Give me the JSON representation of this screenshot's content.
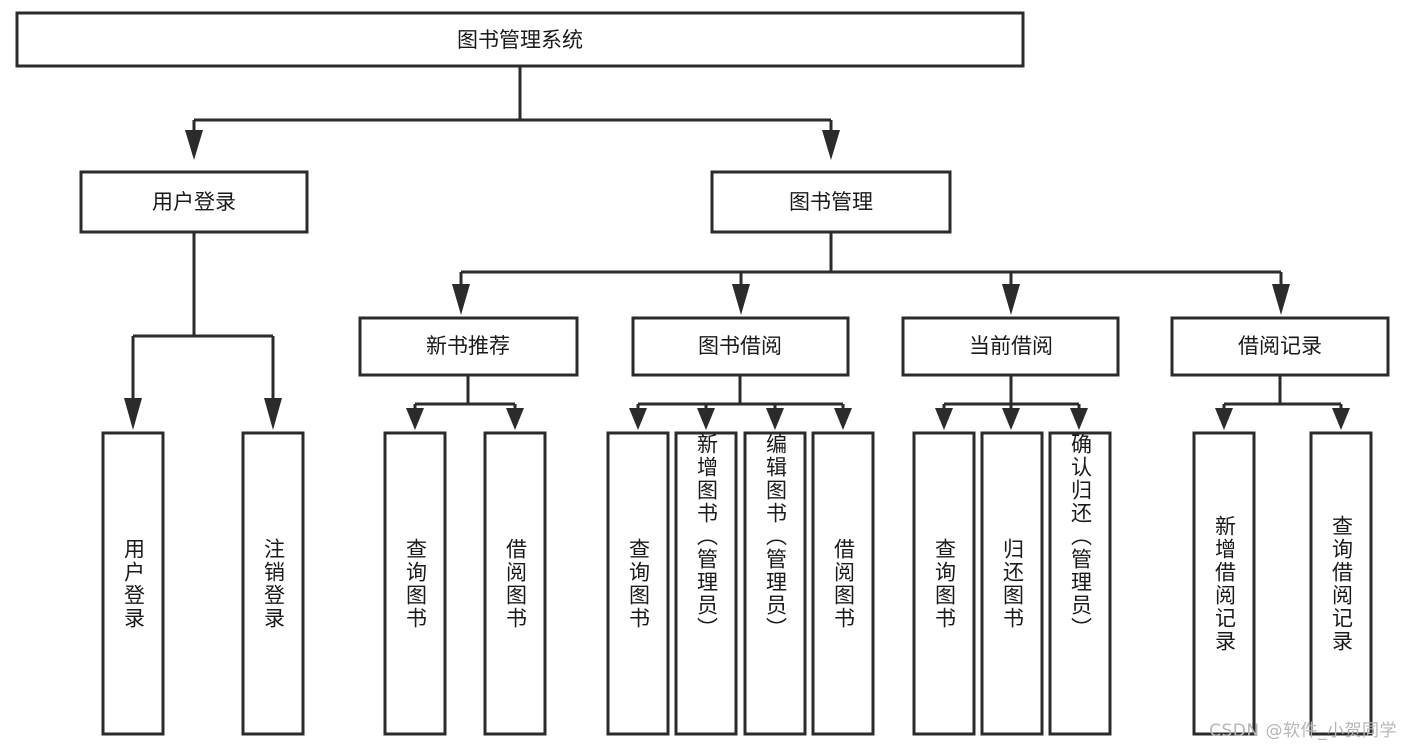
{
  "diagram": {
    "title": "图书管理系统",
    "type": "tree-hierarchy-diagram",
    "colors": {
      "box_fill": "#ffffff",
      "box_stroke": "#2b2b2b",
      "text": "#1a1a1a",
      "background": "#ffffff",
      "watermark": "#b6b6b6"
    },
    "root": {
      "label": "图书管理系统"
    },
    "level2": [
      {
        "label": "用户登录"
      },
      {
        "label": "图书管理"
      }
    ],
    "level3": [
      {
        "label": "新书推荐"
      },
      {
        "label": "图书借阅"
      },
      {
        "label": "当前借阅"
      },
      {
        "label": "借阅记录"
      }
    ],
    "leaves": {
      "user_login": [
        {
          "label": "用户登录"
        },
        {
          "label": "注销登录"
        }
      ],
      "new_book_recommend": [
        {
          "label": "查询图书"
        },
        {
          "label": "借阅图书"
        }
      ],
      "book_borrow": [
        {
          "label": "查询图书"
        },
        {
          "label": "新增图书（管理员）"
        },
        {
          "label": "编辑图书（管理员）"
        },
        {
          "label": "借阅图书"
        }
      ],
      "current_borrow": [
        {
          "label": "查询图书"
        },
        {
          "label": "归还图书"
        },
        {
          "label": "确认归还（管理员）"
        }
      ],
      "borrow_record": [
        {
          "label": "新增借阅记录"
        },
        {
          "label": "查询借阅记录"
        }
      ]
    }
  },
  "watermark": {
    "text": "CSDN @软件_小贺同学"
  }
}
